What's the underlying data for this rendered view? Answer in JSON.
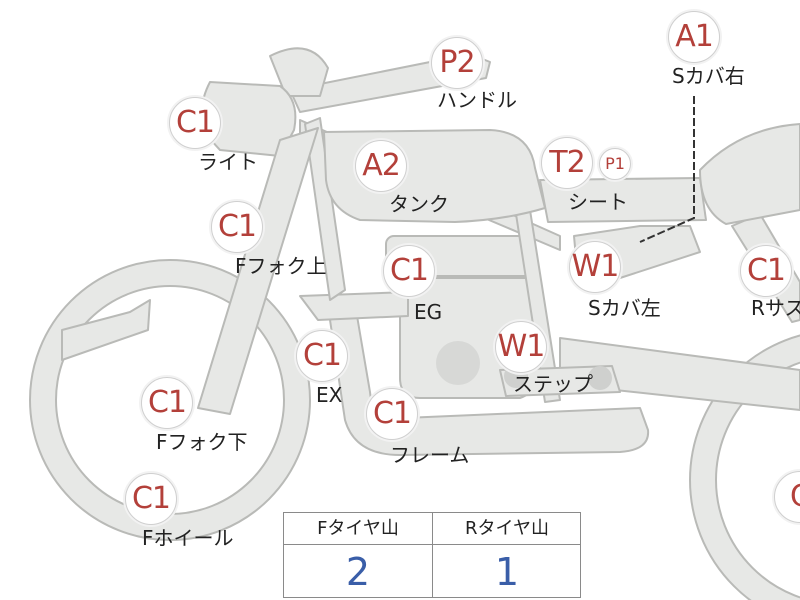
{
  "colors": {
    "accent": "#b3403a",
    "value": "#3a5ea8",
    "part_fill": "#e7e8e6",
    "part_stroke": "#b9bab7"
  },
  "badges": {
    "light": "C1",
    "handle": "P2",
    "s_cover_right": "A1",
    "tank": "A2",
    "seat": "T2",
    "seat_extra": "P1",
    "f_fork_upper": "C1",
    "engine": "C1",
    "s_cover_left": "W1",
    "r_suspension": "C1",
    "exhaust": "C1",
    "step": "W1",
    "f_fork_lower": "C1",
    "frame": "C1",
    "f_wheel": "C1",
    "r_wheel": "C"
  },
  "labels": {
    "light": "ライト",
    "handle": "ハンドル",
    "s_cover_right": "Sカバ右",
    "tank": "タンク",
    "seat": "シート",
    "f_fork_upper": "Fフォク上",
    "engine": "EG",
    "s_cover_left": "Sカバ左",
    "r_suspension": "Rサス",
    "exhaust": "EX",
    "step": "ステップ",
    "f_fork_lower": "Fフォク下",
    "frame": "フレーム",
    "f_wheel": "Fホイール"
  },
  "tire_table": {
    "headers": [
      "Fタイヤ山",
      "Rタイヤ山"
    ],
    "values": [
      "2",
      "1"
    ]
  }
}
